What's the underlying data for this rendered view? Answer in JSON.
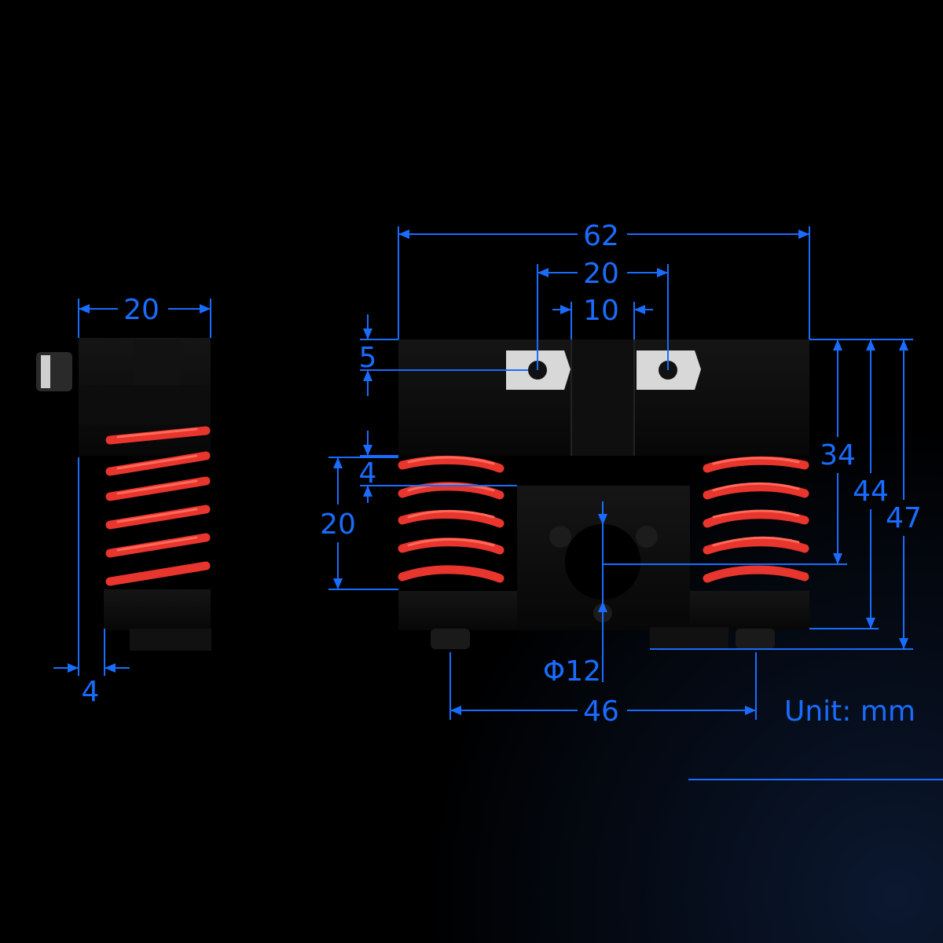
{
  "colors": {
    "background": "#000000",
    "dimension": "#1a6cff",
    "body": "#0b0b0b",
    "spring": "#e8352d",
    "insert": "#d8d8d8"
  },
  "side_view": {
    "width_label": "20",
    "offset_label": "4"
  },
  "front_view": {
    "overall_width": "62",
    "hole_spacing": "20",
    "slot_width": "10",
    "top_offset": "5",
    "gap": "4",
    "spring_height": "20",
    "height_34": "34",
    "height_44": "44",
    "height_47": "47",
    "bore_diameter": "Φ12",
    "bottom_spacing": "46"
  },
  "unit_label": "Unit: mm"
}
